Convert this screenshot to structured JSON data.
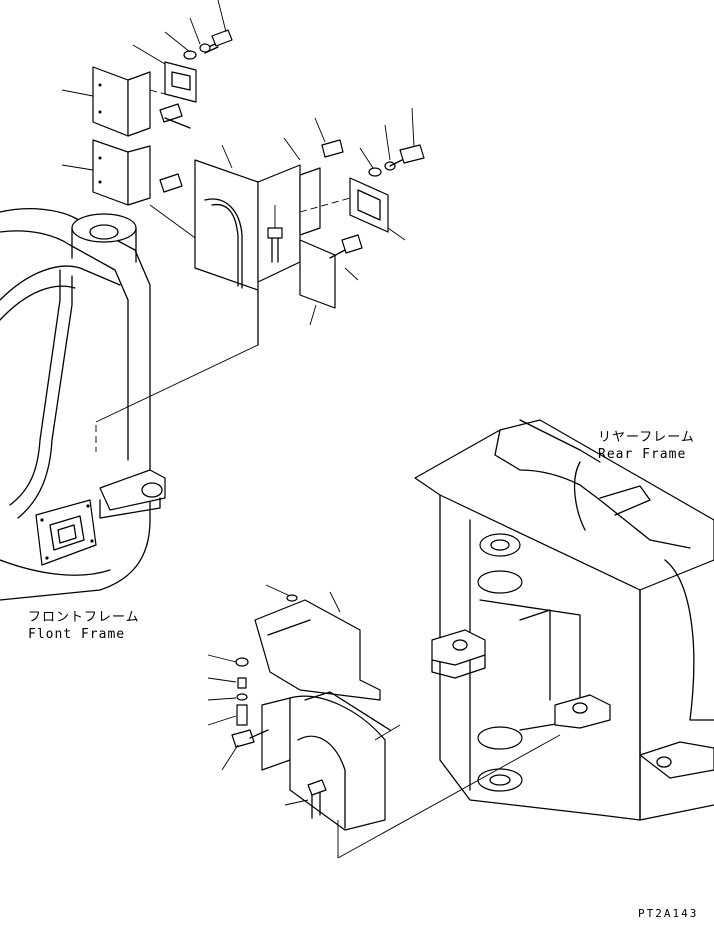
{
  "labels": {
    "rear_frame_jp": "リヤーフレーム",
    "rear_frame_en": "Rear Frame",
    "front_frame_jp": "フロントフレーム",
    "front_frame_en": "Flont Frame",
    "drawing_code": "PT2A143"
  },
  "colors": {
    "line": "#000000",
    "background": "#ffffff"
  }
}
